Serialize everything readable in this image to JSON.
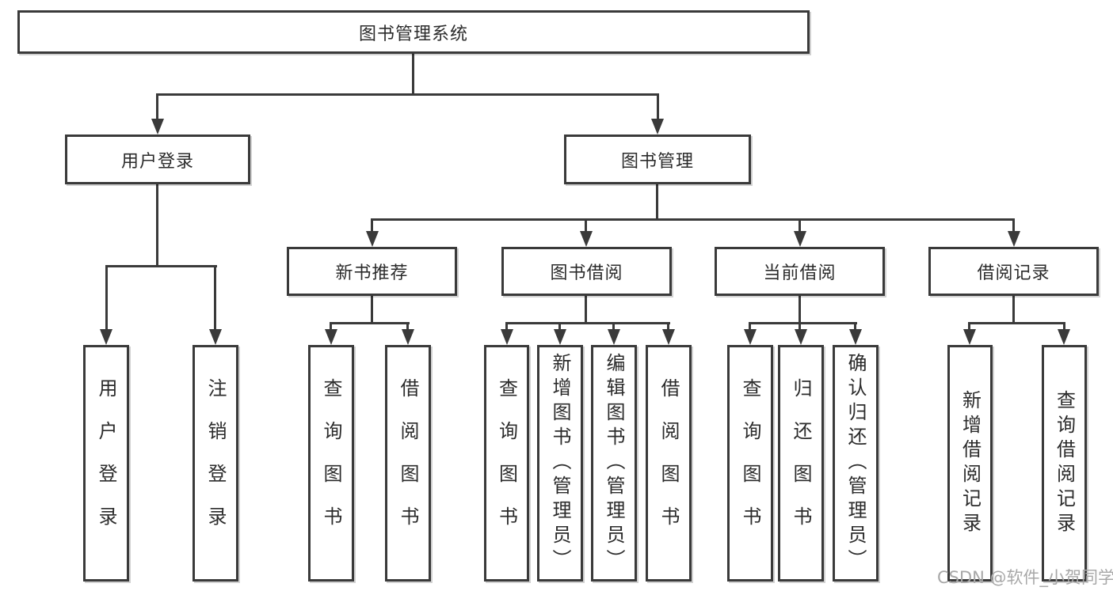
{
  "diagram": {
    "type": "hierarchy-diagram",
    "title": "图书管理系统",
    "watermark": "CSDN @软件_小贺同学",
    "colors": {
      "line": "#3a3a3a",
      "text": "#2b2b2b",
      "background": "#ffffff",
      "watermark": "#a8a8a8"
    },
    "nodes": {
      "root": {
        "label": "图书管理系统",
        "children": [
          "login",
          "mgmt"
        ]
      },
      "login": {
        "label": "用户登录",
        "children": [
          "login_user",
          "login_logout"
        ]
      },
      "mgmt": {
        "label": "图书管理",
        "children": [
          "new_book",
          "borrow",
          "current",
          "records"
        ]
      },
      "login_user": {
        "label": "用户登录",
        "children": []
      },
      "login_logout": {
        "label": "注销登录",
        "children": []
      },
      "new_book": {
        "label": "新书推荐",
        "children": [
          "nb_query",
          "nb_borrow"
        ]
      },
      "borrow": {
        "label": "图书借阅",
        "children": [
          "b_query",
          "b_add",
          "b_edit",
          "b_borrow"
        ]
      },
      "current": {
        "label": "当前借阅",
        "children": [
          "c_query",
          "c_return",
          "c_confirm"
        ]
      },
      "records": {
        "label": "借阅记录",
        "children": [
          "r_add",
          "r_query"
        ]
      },
      "nb_query": {
        "label": "查询图书",
        "children": []
      },
      "nb_borrow": {
        "label": "借阅图书",
        "children": []
      },
      "b_query": {
        "label": "查询图书",
        "children": []
      },
      "b_add": {
        "label": "新增图书（管理员）",
        "children": []
      },
      "b_edit": {
        "label": "编辑图书（管理员）",
        "children": []
      },
      "b_borrow": {
        "label": "借阅图书",
        "children": []
      },
      "c_query": {
        "label": "查询图书",
        "children": []
      },
      "c_return": {
        "label": "归还图书",
        "children": []
      },
      "c_confirm": {
        "label": "确认归还（管理员）",
        "children": []
      },
      "r_add": {
        "label": "新增借阅记录",
        "children": []
      },
      "r_query": {
        "label": "查询借阅记录",
        "children": []
      }
    }
  }
}
